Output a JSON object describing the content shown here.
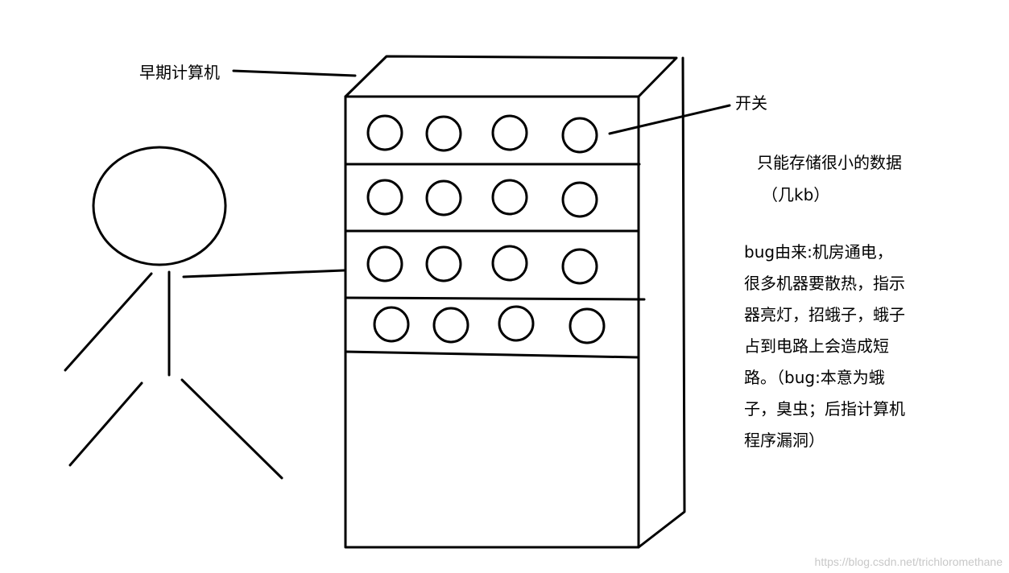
{
  "labels": {
    "early_computer": "早期计算机",
    "switch": "开关",
    "storage_line1": "只能存储很小的数据",
    "storage_line2": "（几kb）"
  },
  "bug_note": {
    "lines": [
      "bug由来:机房通电，",
      "很多机器要散热，指示",
      "器亮灯，招蛾子，蛾子",
      "占到电路上会造成短",
      "路。（bug:本意为蛾",
      "子，臭虫；后指计算机",
      "程序漏洞）"
    ]
  },
  "watermark": "https://blog.csdn.net/trichloromethane",
  "colors": {
    "stroke": "#000000",
    "background": "#ffffff",
    "watermark": "#c8c8c8"
  },
  "diagram": {
    "switch_rows": 4,
    "switches_per_row": 4,
    "figure": "stick-person-icon",
    "machine": "computer-cabinet"
  }
}
